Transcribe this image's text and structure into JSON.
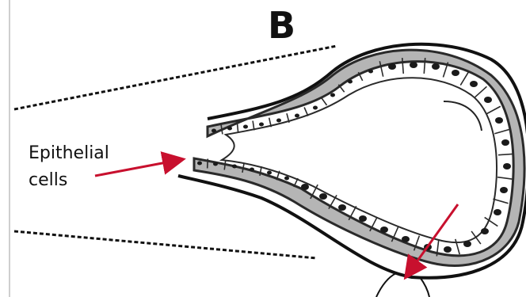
{
  "panel_label": "B",
  "label_line1": "Epithelial",
  "label_line2": "cells",
  "colors": {
    "outline": "#111111",
    "cell_fill": "#b5b5b5",
    "cell_border": "#2a2a2a",
    "nucleus": "#1a1a1a",
    "arrow": "#c8102e",
    "lumen": "#ffffff"
  },
  "icons": [
    "arrow-left-to-cells",
    "arrow-lower-right"
  ]
}
